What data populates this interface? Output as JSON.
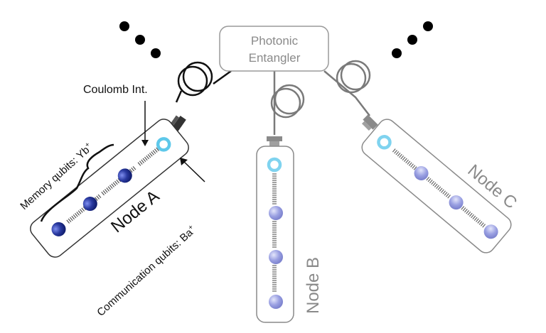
{
  "entangler": {
    "line1": "Photonic",
    "line2": "Entangler"
  },
  "nodes": {
    "a": {
      "label": "Node A"
    },
    "b": {
      "label": "Node B"
    },
    "c": {
      "label": "Node C"
    }
  },
  "annotations": {
    "coulomb": "Coulomb Int.",
    "memory_base": "Memory qubits: Yb",
    "memory_sup": "+",
    "comm_base": "Communication qubits: Ba",
    "comm_sup": "+"
  },
  "colors": {
    "node_a_ion": "#1f2f8f",
    "node_a_ion_light": "#6f7fe0",
    "other_ion": "#8f95dd",
    "other_ion_light": "#d6d9f6",
    "comm_qubit": "#5ec8ea",
    "fiber_a": "#111111",
    "fiber_other": "#7a7a7a",
    "box_stroke": "#9a9a9a",
    "text_dark": "#111111",
    "text_gray": "#8a8a8a"
  }
}
